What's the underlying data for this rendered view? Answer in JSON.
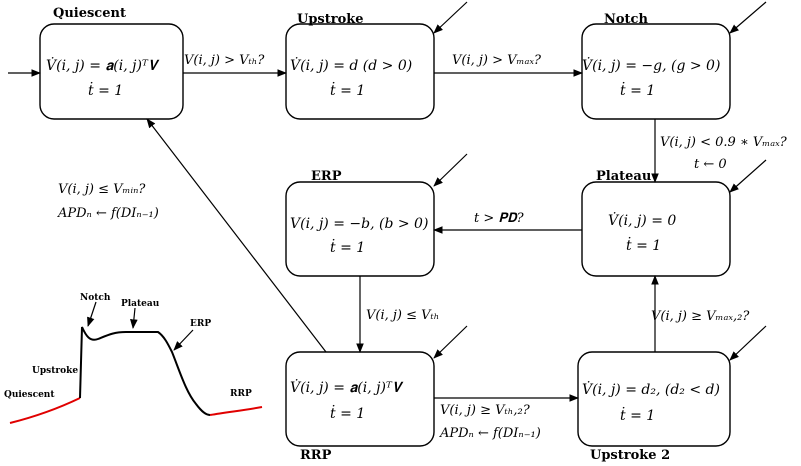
{
  "states": {
    "quiescent": {
      "title": "Quiescent",
      "eq1": "V̇(i, j) = 𝐚(i, j)ᵀ𝐕",
      "eq2": "ṫ = 1"
    },
    "upstroke": {
      "title": "Upstroke",
      "eq1": "V̇(i, j) = d (d > 0)",
      "eq2": "ṫ = 1"
    },
    "notch": {
      "title": "Notch",
      "eq1": "V̇(i, j) = −g, (g > 0)",
      "eq2": "ṫ = 1"
    },
    "plateau": {
      "title": "Plateau",
      "eq1": "V̇(i, j) = 0",
      "eq2": "ṫ = 1"
    },
    "erp": {
      "title": "ERP",
      "eq1": "V(i, j) = −b, (b > 0)",
      "eq2": "ṫ = 1"
    },
    "rrp": {
      "title": "RRP",
      "eq1": "V̇(i, j) = 𝐚(i, j)ᵀ𝐕",
      "eq2": "ṫ = 1"
    },
    "upstroke2": {
      "title": "Upstroke 2",
      "eq1": "V̇(i, j) = d₂, (d₂ < d)",
      "eq2": "ṫ = 1"
    }
  },
  "transitions": {
    "q_to_u": "V(i, j) > Vₜₕ?",
    "u_to_n": "V(i, j) > Vₘₐₓ?",
    "n_to_p_1": "V(i, j) < 0.9 ∗ Vₘₐₓ?",
    "n_to_p_2": "t ← 0",
    "p_to_erp": "t > 𝐏𝐃?",
    "erp_to_rrp": "V(i, j) ≤ Vₜₕ",
    "rrp_to_q_1": "V(i, j) ≤ Vₘᵢₙ?",
    "rrp_to_q_2": "APDₙ ← f(DIₙ₋₁)",
    "rrp_to_u2_1": "V(i, j) ≥ Vₜₕ,₂?",
    "rrp_to_u2_2": "APDₙ ← f(DIₙ₋₁)",
    "u2_to_p": "V(i, j) ≥ Vₘₐₓ,₂?"
  },
  "inset": {
    "labels": {
      "notch": "Notch",
      "plateau": "Plateau",
      "erp": "ERP",
      "upstroke": "Upstroke",
      "quiescent": "Quiescent",
      "rrp": "RRP"
    },
    "colors": {
      "baseline": "#e00000",
      "trace": "#000000"
    }
  }
}
